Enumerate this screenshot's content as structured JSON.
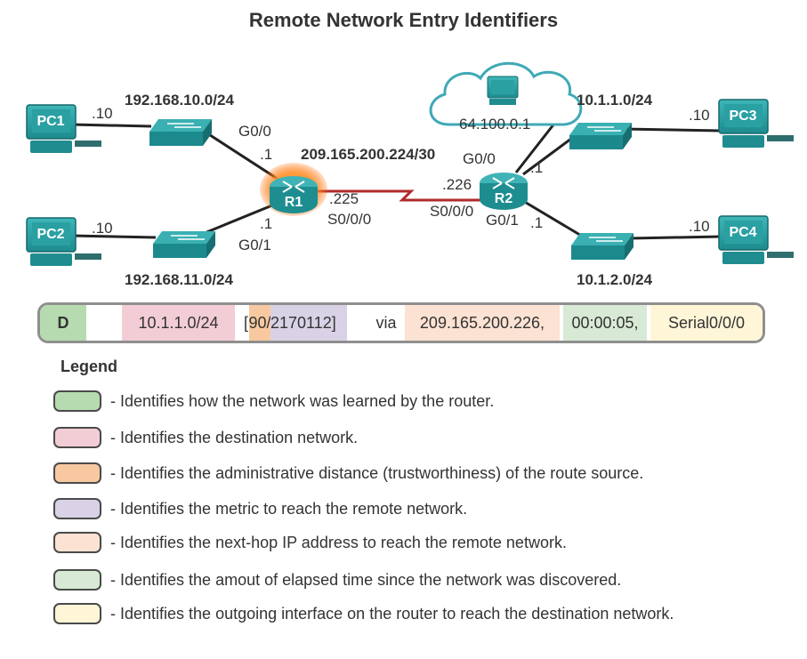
{
  "title": "Remote Network Entry Identifiers",
  "devices": {
    "pc1": "PC1",
    "pc2": "PC2",
    "pc3": "PC3",
    "pc4": "PC4",
    "r1": "R1",
    "r2": "R2"
  },
  "labels": {
    "net_192_10": "192.168.10.0/24",
    "net_192_11": "192.168.11.0/24",
    "net_10_1_1": "10.1.1.0/24",
    "net_10_1_2": "10.1.2.0/24",
    "net_serial": "209.165.200.224/30",
    "pc1_host": ".10",
    "pc2_host": ".10",
    "pc3_host": ".10",
    "pc4_host": ".10",
    "r1_g00": "G0/0",
    "r1_g00_host": ".1",
    "r1_g01": "G0/1",
    "r1_g01_host": ".1",
    "r1_s000_host": ".225",
    "r1_s000": "S0/0/0",
    "r2_s000_host": ".226",
    "r2_s000": "S0/0/0",
    "r2_g00": "G0/0",
    "r2_g00_host": ".1",
    "r2_g01": "G0/1",
    "r2_g01_host": ".1",
    "cloud_ip": "64.100.0.1"
  },
  "route_entry": {
    "code": "D",
    "network": "10.1.1.0/24",
    "open_bracket": "[",
    "ad": "90/",
    "metric": "2170112]",
    "via": "via",
    "next_hop": "209.165.200.226,",
    "time": "00:00:05,",
    "interface": "Serial0/0/0"
  },
  "colors": {
    "code": "#b7dbb0",
    "network": "#f3cdd6",
    "ad": "#f8c9a0",
    "metric": "#d9d2e6",
    "next_hop": "#fce2d2",
    "time": "#d8ead5",
    "interface": "#fff6d8"
  },
  "legend": {
    "title": "Legend",
    "items": [
      "- Identifies how the network was learned by the router.",
      "- Identifies the destination network.",
      "- Identifies the administrative distance (trustworthiness) of the route source.",
      "- Identifies the metric to reach the remote network.",
      "- Identifies the next-hop IP address to reach the remote network.",
      "- Identifies the amout of elapsed time since the network was discovered.",
      "- Identifies the outgoing interface on the router to reach the destination network."
    ]
  }
}
